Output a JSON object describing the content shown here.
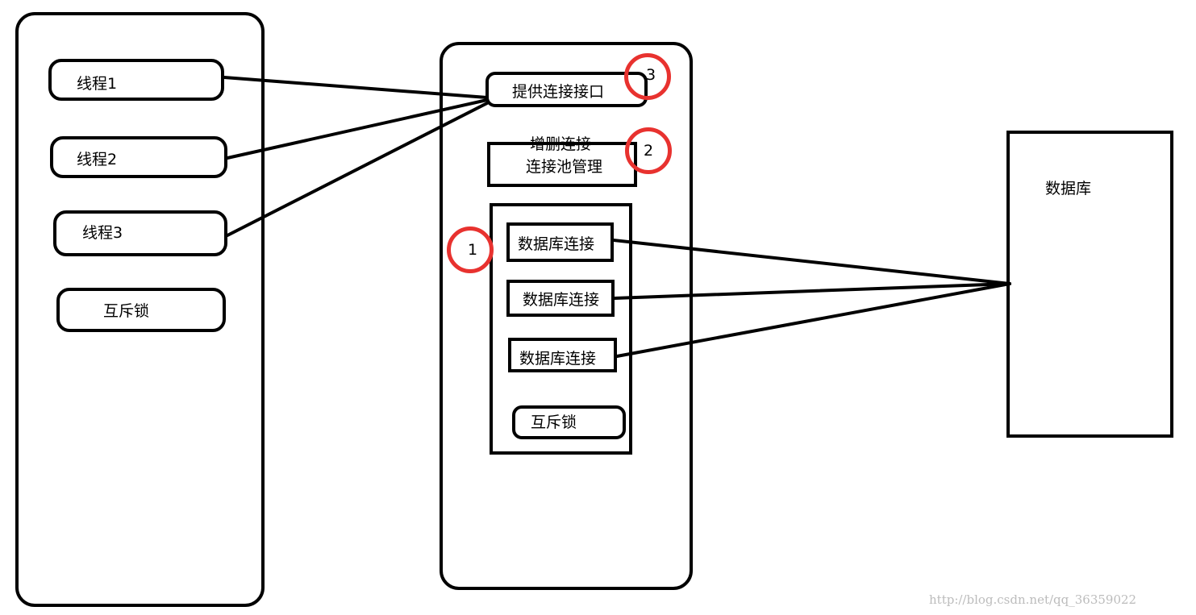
{
  "threads_panel": {
    "threads": [
      {
        "label": "线程1"
      },
      {
        "label": "线程2"
      },
      {
        "label": "线程3"
      }
    ],
    "mutex_label": "互斥锁"
  },
  "pool_panel": {
    "interface_label": "提供连接接口",
    "marker_3": "3",
    "manage_add_remove_label": "增删连接",
    "manage_label": "连接池管理",
    "marker_2": "2",
    "marker_1": "1",
    "connections": [
      {
        "label": "数据库连接"
      },
      {
        "label": "数据库连接"
      },
      {
        "label": "数据库连接"
      }
    ],
    "mutex_label": "互斥锁"
  },
  "database": {
    "label": "数据库"
  },
  "watermark": "http://blog.csdn.net/qq_36359022",
  "colors": {
    "stroke": "#000000",
    "marker": "#e8322f",
    "watermark": "#bcbcbc"
  }
}
